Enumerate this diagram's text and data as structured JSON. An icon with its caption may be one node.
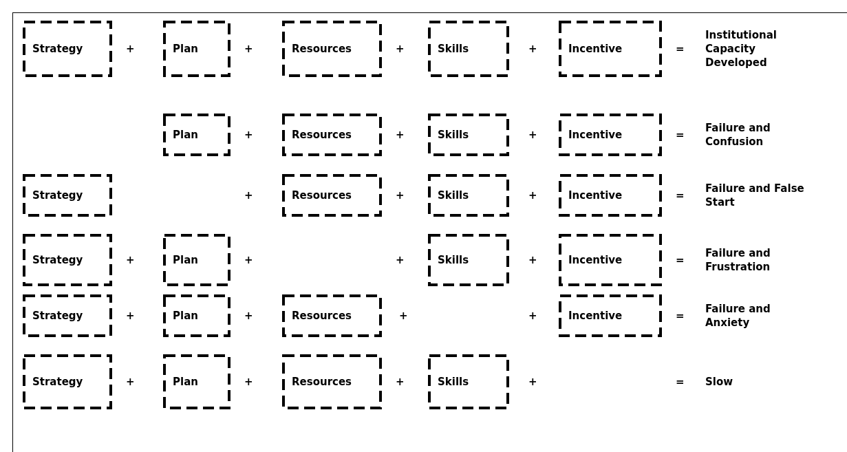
{
  "diagram": {
    "nodes": [
      {
        "text": [
          "Strategy"
        ]
      },
      {
        "text": [
          "Plan"
        ]
      },
      {
        "text": [
          "Resources"
        ]
      },
      {
        "text": [
          "Skills"
        ]
      },
      {
        "text": [
          "Incentive"
        ]
      },
      {
        "text": [
          "Plan"
        ]
      },
      {
        "text": [
          "Resources"
        ]
      },
      {
        "text": [
          "Skills"
        ]
      },
      {
        "text": [
          "Incentive"
        ]
      },
      {
        "text": [
          "Strategy"
        ]
      },
      {
        "text": [
          "Resources"
        ]
      },
      {
        "text": [
          "Skills"
        ]
      },
      {
        "text": [
          "Incentive"
        ]
      },
      {
        "text": [
          "Strategy"
        ]
      },
      {
        "text": [
          "Plan"
        ]
      },
      {
        "text": [
          "Skills"
        ]
      },
      {
        "text": [
          "Incentive"
        ]
      },
      {
        "text": [
          "Strategy"
        ]
      },
      {
        "text": [
          "Plan"
        ]
      },
      {
        "text": [
          "Resources"
        ]
      },
      {
        "text": [
          "Incentive"
        ]
      },
      {
        "text": [
          "Strategy"
        ]
      },
      {
        "text": [
          "Plan"
        ]
      },
      {
        "text": [
          "Resources"
        ]
      },
      {
        "text": [
          "Skills"
        ]
      }
    ],
    "edges": [],
    "labels": [
      "+",
      "+",
      "+",
      "+",
      "=",
      "Institutional Capacity Developed",
      "+",
      "+",
      "+",
      "=",
      "Failure and Confusion",
      "+",
      "+",
      "+",
      "=",
      "Failure and False Start",
      "+",
      "+",
      "+",
      "+",
      "=",
      "Failure and Frustration",
      "+",
      "+",
      "+",
      "+",
      "=",
      "Failure and Anxiety",
      "+",
      "+",
      "+",
      "+",
      "=",
      "Slow"
    ]
  }
}
